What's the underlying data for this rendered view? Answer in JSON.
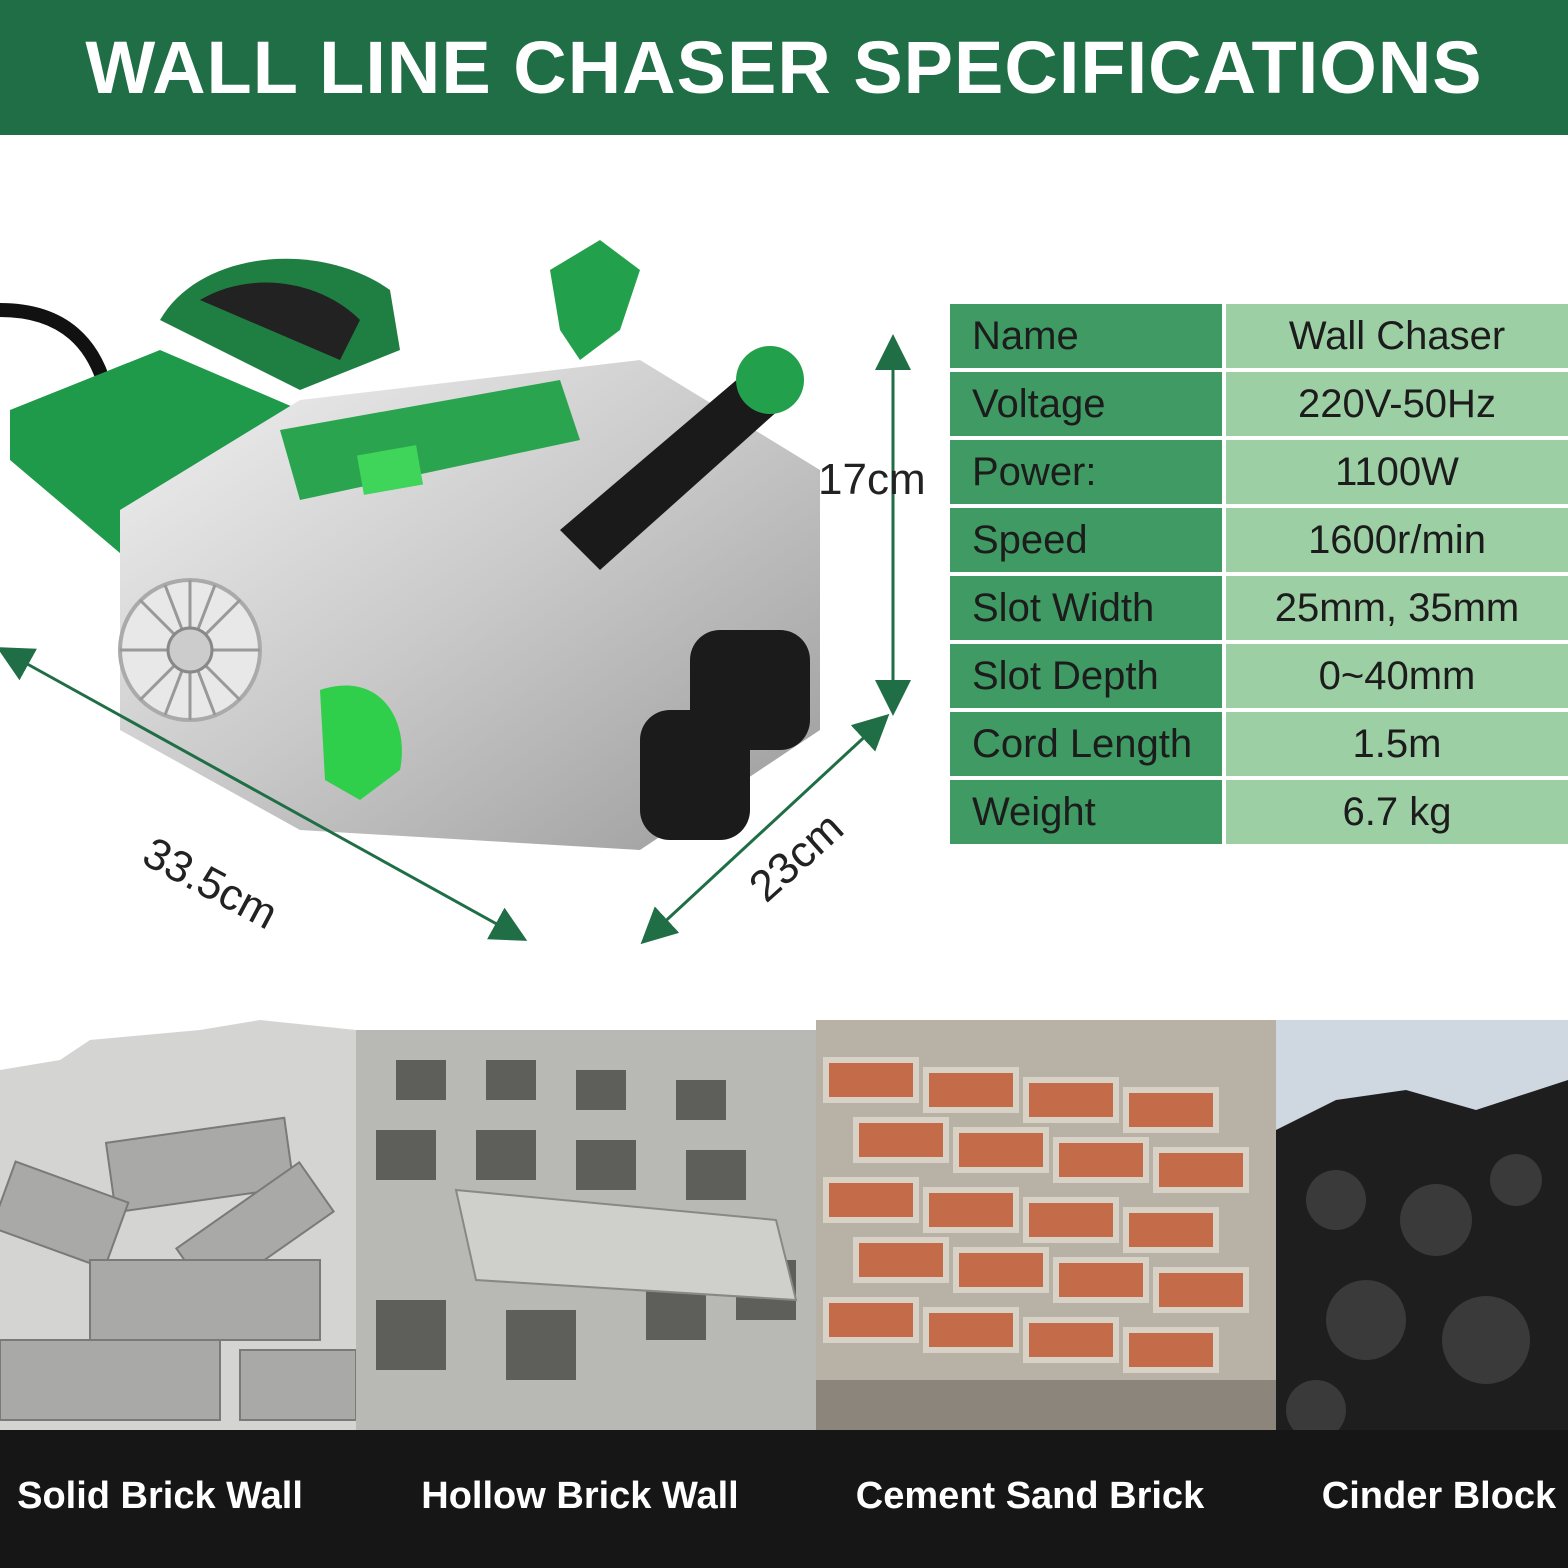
{
  "header": {
    "title": "WALL LINE CHASER SPECIFICATIONS"
  },
  "dimensions": {
    "height": "17cm",
    "length": "33.5cm",
    "width": "23cm"
  },
  "specs": [
    {
      "key": "Name",
      "value": "Wall Chaser"
    },
    {
      "key": "Voltage",
      "value": "220V-50Hz"
    },
    {
      "key": "Power:",
      "value": "1100W"
    },
    {
      "key": "Speed",
      "value": "1600r/min"
    },
    {
      "key": "Slot Width",
      "value": "25mm, 35mm"
    },
    {
      "key": "Slot Depth",
      "value": "0~40mm"
    },
    {
      "key": "Cord Length",
      "value": "1.5m"
    },
    {
      "key": "Weight",
      "value": "6.7 kg"
    }
  ],
  "materials": [
    {
      "label": "Solid Brick Wall"
    },
    {
      "label": "Hollow Brick Wall"
    },
    {
      "label": "Cement Sand Brick"
    },
    {
      "label": "Cinder Block"
    }
  ],
  "colors": {
    "brand_green": "#1f6e45",
    "table_key": "#3f9a63",
    "table_value": "#9dcfa5"
  }
}
